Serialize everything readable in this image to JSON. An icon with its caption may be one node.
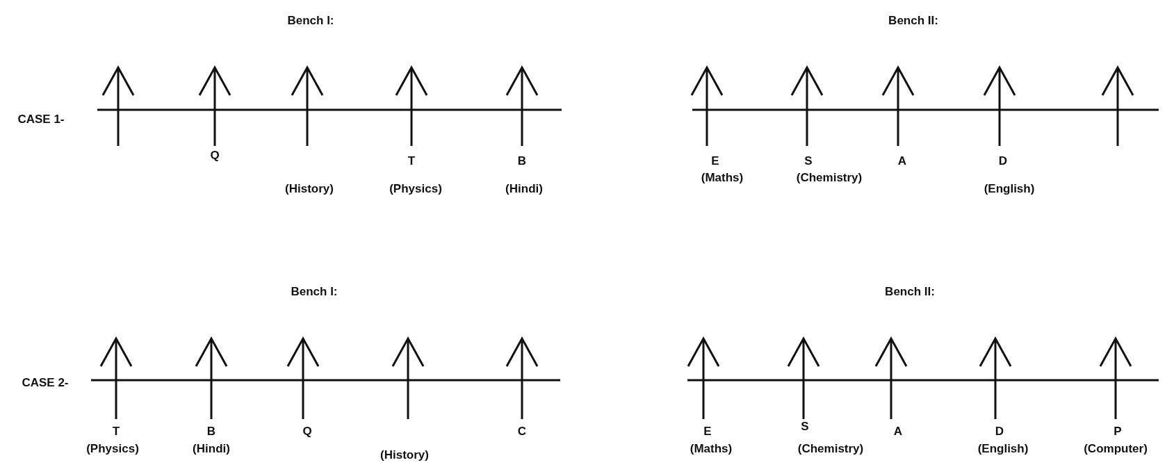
{
  "diagram": {
    "labels": [
      "Bench I:",
      "Bench II:",
      "CASE 1-",
      "Q",
      "(History)",
      "T",
      "(Physics)",
      "B",
      "(Hindi)",
      "E",
      "(Maths)",
      "S",
      "(Chemistry)",
      "A",
      "D",
      "(English)",
      "Bench I:",
      "Bench II:",
      "CASE 2-",
      "T",
      "(Physics)",
      "B",
      "(Hindi)",
      "Q",
      "(History)",
      "C",
      "E",
      "(Maths)",
      "S",
      "(Chemistry)",
      "A",
      "D",
      "(English)",
      "P",
      "(Computer)"
    ]
  }
}
